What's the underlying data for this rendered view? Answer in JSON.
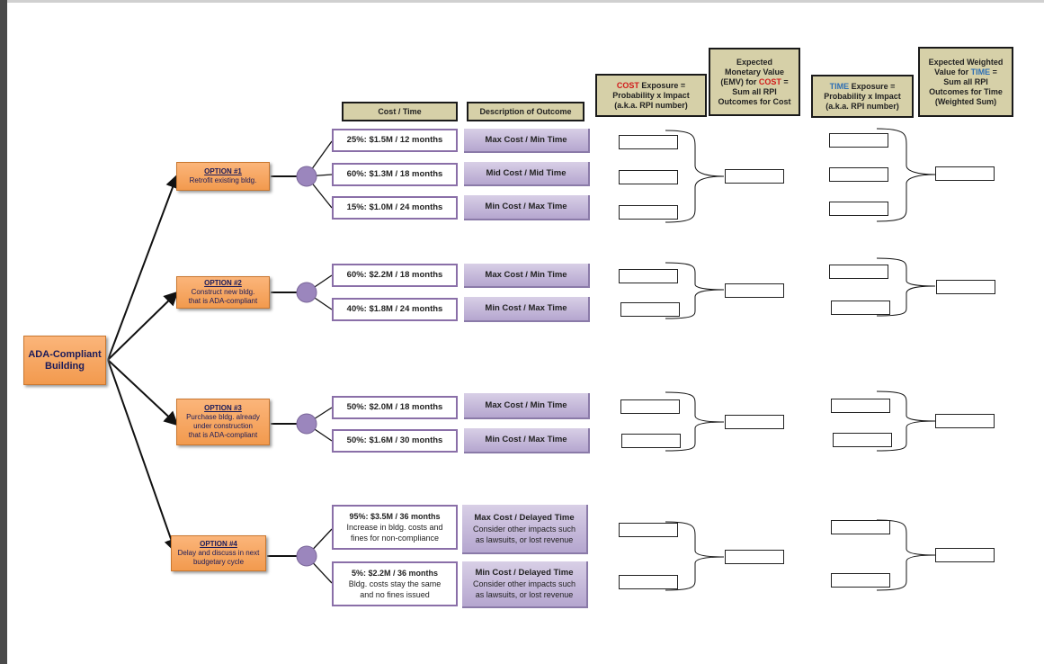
{
  "headers": {
    "cost_time": "Cost / Time",
    "description": "Description of Outcome",
    "cost_exposure": {
      "keyword": "COST",
      "rest1": " Exposure =",
      "line2": "Probability x Impact",
      "line3": "(a.k.a. RPI number)"
    },
    "emv_cost": {
      "line1": "Expected",
      "line2": "Monetary Value",
      "line3a": "(EMV) for ",
      "keyword": "COST",
      "line3b": " =",
      "line4": "Sum all RPI",
      "line5": "Outcomes for Cost"
    },
    "time_exposure": {
      "keyword": "TIME",
      "rest1": " Exposure =",
      "line2": "Probability x Impact",
      "line3": "(a.k.a. RPI number)"
    },
    "ewv_time": {
      "line1": "Expected Weighted",
      "line2a": "Value for ",
      "keyword": "TIME",
      "line2b": " =",
      "line3": "Sum all RPI",
      "line4": "Outcomes for Time",
      "line5": "(Weighted Sum)"
    }
  },
  "root": {
    "line1": "ADA-Compliant",
    "line2": "Building"
  },
  "options": [
    {
      "title": "OPTION #1",
      "lines": [
        "Retrofit existing bldg."
      ]
    },
    {
      "title": "OPTION #2",
      "lines": [
        "Construct new bldg.",
        "that is ADA-compliant"
      ]
    },
    {
      "title": "OPTION #3",
      "lines": [
        "Purchase bldg. already",
        "under construction",
        "that is ADA-compliant"
      ]
    },
    {
      "title": "OPTION #4",
      "lines": [
        "Delay and discuss in next",
        "budgetary cycle"
      ]
    }
  ],
  "outcomes": {
    "o1a": {
      "cost": "25%: $1.5M / 12 months",
      "desc": "Max Cost / Min Time"
    },
    "o1b": {
      "cost": "60%: $1.3M / 18 months",
      "desc": "Mid Cost / Mid Time"
    },
    "o1c": {
      "cost": "15%: $1.0M / 24 months",
      "desc": "Min Cost / Max Time"
    },
    "o2a": {
      "cost": "60%: $2.2M / 18 months",
      "desc": "Max Cost / Min Time"
    },
    "o2b": {
      "cost": "40%: $1.8M / 24 months",
      "desc": "Min Cost / Max Time"
    },
    "o3a": {
      "cost": "50%: $2.0M / 18 months",
      "desc": "Max Cost / Min Time"
    },
    "o3b": {
      "cost": "50%: $1.6M / 30 months",
      "desc": "Min Cost / Max Time"
    },
    "o4a": {
      "cost": "95%: $3.5M / 36 months",
      "cost_sub1": "Increase in bldg. costs and",
      "cost_sub2": "fines for non-compliance",
      "desc": "Max Cost / Delayed Time",
      "desc_sub1": "Consider other impacts such",
      "desc_sub2": "as lawsuits, or lost revenue"
    },
    "o4b": {
      "cost": "5%: $2.2M / 36 months",
      "cost_sub1": "Bldg. costs stay the same",
      "cost_sub2": "and no fines issued",
      "desc": "Min Cost / Delayed Time",
      "desc_sub1": "Consider other impacts such",
      "desc_sub2": "as lawsuits, or lost revenue"
    }
  },
  "colors": {
    "option_fill": "#f6a25f",
    "chance_node": "#9b86bd",
    "header_fill": "#d6d0a8",
    "cost_keyword": "#d11a1a",
    "time_keyword": "#2f6fb3"
  }
}
